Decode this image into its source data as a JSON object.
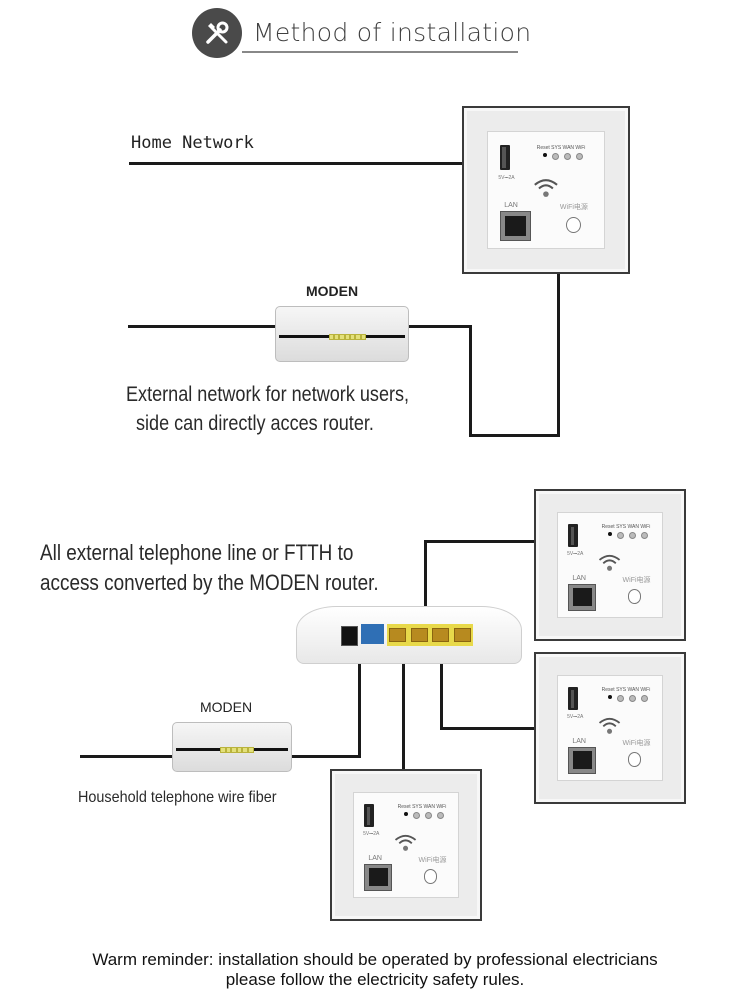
{
  "header": {
    "icon": "tools-icon",
    "title": "Method of installation"
  },
  "diagram_top": {
    "home_network_label": "Home Network",
    "modem_label": "MODEN",
    "caption_line1": "External network for network users,",
    "caption_line2": "side can directly acces router."
  },
  "diagram_bottom": {
    "caption_line1": "All external telephone line or FTTH to",
    "caption_line2": "access converted by the MODEN router.",
    "modem_label": "MODEN",
    "fiber_label": "Household telephone wire fiber"
  },
  "panel": {
    "reset_label": "Reset",
    "led_labels": "SYS WAN WiFi",
    "usb_label": "5V⎓2A",
    "lan_label": "LAN",
    "wifi_button_label": "WiFi电源"
  },
  "footer": {
    "line1": "Warm reminder: installation should be operated by professional electricians",
    "line2": "please follow the electricity safety rules."
  }
}
